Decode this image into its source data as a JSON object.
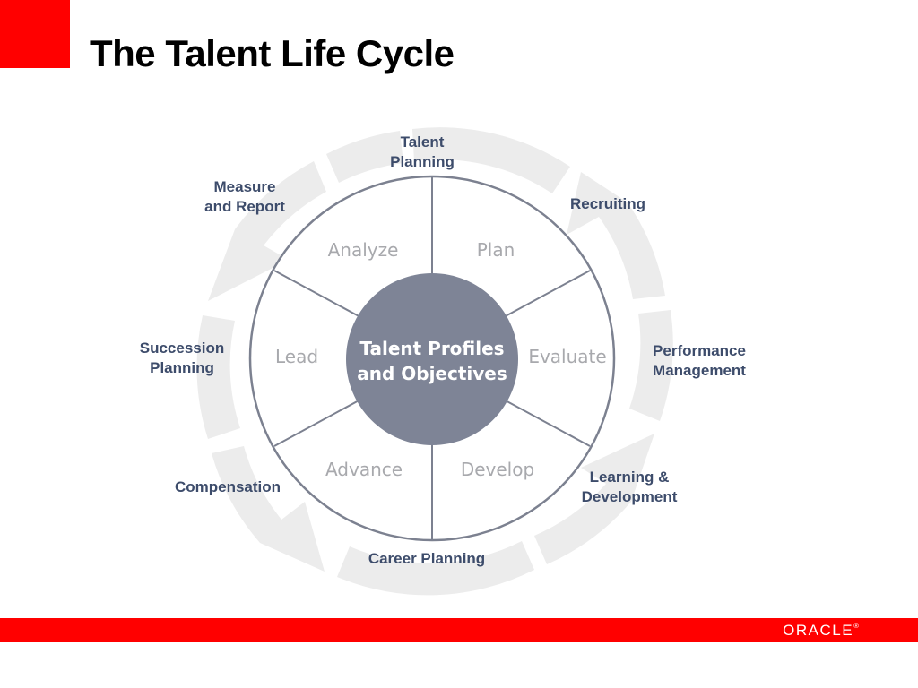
{
  "slide": {
    "title": "The Talent Life Cycle"
  },
  "diagram": {
    "center_label": [
      "Talent Profiles",
      "and Objectives"
    ],
    "segments": [
      "Plan",
      "Evaluate",
      "Develop",
      "Advance",
      "Lead",
      "Analyze"
    ],
    "outer_labels": {
      "talent_planning": "Talent\nPlanning",
      "recruiting": "Recruiting",
      "performance_management": "Performance\nManagement",
      "learning_development": "Learning &\nDevelopment",
      "career_planning": "Career Planning",
      "compensation": "Compensation",
      "succession_planning": "Succession\nPlanning",
      "measure_report": "Measure\nand Report"
    },
    "colors": {
      "center_fill": "#7e8496",
      "wheel_stroke": "#7c8190",
      "segment_text": "#a8a9ad",
      "arrow_fill": "#ececec",
      "outer_label": "#3d4c6b"
    }
  },
  "footer": {
    "logo_text": "ORACLE",
    "logo_mark": "®"
  }
}
